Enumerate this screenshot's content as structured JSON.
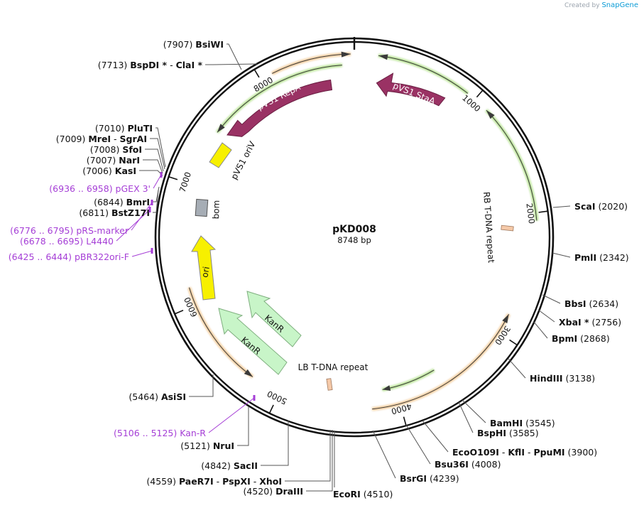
{
  "watermark": {
    "prefix": "Created by",
    "brand": "SnapGene"
  },
  "plasmid": {
    "name": "pKD008",
    "size_label": "8748 bp",
    "length": 8748
  },
  "ticks": [
    "1000",
    "2000",
    "3000",
    "4000",
    "5000",
    "6000",
    "7000",
    "8000"
  ],
  "features": [
    {
      "label": "pVS1 StaA",
      "type": "cds"
    },
    {
      "label": "pVS1 RepA",
      "type": "cds"
    },
    {
      "label": "pVS1 oriV",
      "type": "rep_origin"
    },
    {
      "label": "RB T-DNA repeat",
      "type": "repeat"
    },
    {
      "label": "bom",
      "type": "misc"
    },
    {
      "label": "ori",
      "type": "rep_origin"
    },
    {
      "label": "KanR",
      "type": "cds"
    },
    {
      "label": "KanR",
      "type": "cds"
    },
    {
      "label": "LB T-DNA repeat",
      "type": "repeat"
    }
  ],
  "enzymes_left": [
    {
      "pos": "(7907)",
      "name": "BsiWI"
    },
    {
      "pos": "(7713)",
      "name": "BspDI *",
      "name2": "ClaI *"
    },
    {
      "pos": "(7010)",
      "name": "PluTI"
    },
    {
      "pos": "(7009)",
      "name": "MreI",
      "name2": "SgrAI"
    },
    {
      "pos": "(7008)",
      "name": "SfoI"
    },
    {
      "pos": "(7007)",
      "name": "NarI"
    },
    {
      "pos": "(7006)",
      "name": "KasI"
    },
    {
      "pos": "(6844)",
      "name": "BmrI"
    },
    {
      "pos": "(6811)",
      "name": "BstZ17I"
    },
    {
      "pos": "(5464)",
      "name": "AsiSI"
    },
    {
      "pos": "(5121)",
      "name": "NruI"
    },
    {
      "pos": "(4842)",
      "name": "SacII"
    },
    {
      "pos": "(4559)",
      "name": "PaeR7I",
      "name2": "PspXI",
      "name3": "XhoI"
    },
    {
      "pos": "(4520)",
      "name": "DraIII"
    }
  ],
  "enzymes_right": [
    {
      "name": "ScaI",
      "pos": "(2020)"
    },
    {
      "name": "PmlI",
      "pos": "(2342)"
    },
    {
      "name": "BbsI",
      "pos": "(2634)"
    },
    {
      "name": "XbaI *",
      "pos": "(2756)"
    },
    {
      "name": "BpmI",
      "pos": "(2868)"
    },
    {
      "name": "HindIII",
      "pos": "(3138)"
    },
    {
      "name": "BamHI",
      "pos": "(3545)"
    },
    {
      "name": "BspHI",
      "pos": "(3585)"
    },
    {
      "name": "EcoO109I",
      "name2": "KflI",
      "name3": "PpuMI",
      "pos": "(3900)"
    },
    {
      "name": "Bsu36I",
      "pos": "(4008)"
    },
    {
      "name": "BsrGI",
      "pos": "(4239)"
    },
    {
      "name": "EcoRI",
      "pos": "(4510)"
    }
  ],
  "primers": [
    {
      "pos": "(6936 .. 6958)",
      "name": "pGEX 3'"
    },
    {
      "pos": "(6776 .. 6795)",
      "name": "pRS-marker"
    },
    {
      "pos": "(6678 .. 6695)",
      "name": "L4440"
    },
    {
      "pos": "(6425 .. 6444)",
      "name": "pBR322ori-F"
    },
    {
      "pos": "(5106 .. 5125)",
      "name": "Kan-R"
    }
  ],
  "colors": {
    "backbone": "#000000",
    "cds_purple": "#9a3264",
    "orf_green": "#7fcc3e",
    "orf_orange": "#e8a24a",
    "origin_yellow": "#f7f000",
    "kanr_green": "#c8f5c8",
    "repeat_tan": "#f5c9a8",
    "bom_gray": "#a6adb5",
    "primer_purple": "#a53ed6"
  }
}
